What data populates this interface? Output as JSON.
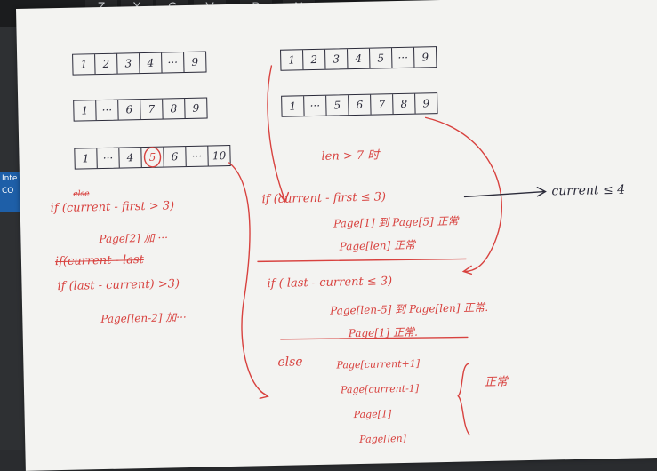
{
  "keyboard": {
    "keys": [
      "Z",
      "X",
      "C",
      "V",
      "B",
      "N"
    ]
  },
  "sticker": {
    "text": "Inte\nCO"
  },
  "arrays": [
    [
      "1",
      "2",
      "3",
      "4",
      "···",
      "9"
    ],
    [
      "1",
      "···",
      "6",
      "7",
      "8",
      "9"
    ],
    [
      "1",
      "···",
      "4",
      "5",
      "6",
      "···",
      "10"
    ],
    [
      "1",
      "2",
      "3",
      "4",
      "5",
      "···",
      "9"
    ],
    [
      "1",
      "···",
      "5",
      "6",
      "7",
      "8",
      "9"
    ]
  ],
  "left_notes": {
    "l1a": "else",
    "l1": "if (current - first > 3)",
    "l2": "Page[2] 加 ···",
    "l3": "if(current - last",
    "l4": "if (last - current) >3)",
    "l5": "Page[len-2] 加···"
  },
  "right_notes": {
    "cond": "len > 7 时",
    "if1": "if (current - first ≤ 3)",
    "if1a": "Page[1] 到 Page[5] 正常",
    "if1b": "Page[len] 正常",
    "side": "current ≤ 4",
    "if2": "if ( last - current ≤ 3)",
    "if2a": "Page[len-5] 到 Page[len] 正常.",
    "if2b": "Page[1] 正常.",
    "else": "else",
    "e1": "Page[current+1]",
    "e2": "Page[current-1]",
    "e3": "Page[1]",
    "e4": "Page[len]",
    "brace_note": "正常"
  }
}
